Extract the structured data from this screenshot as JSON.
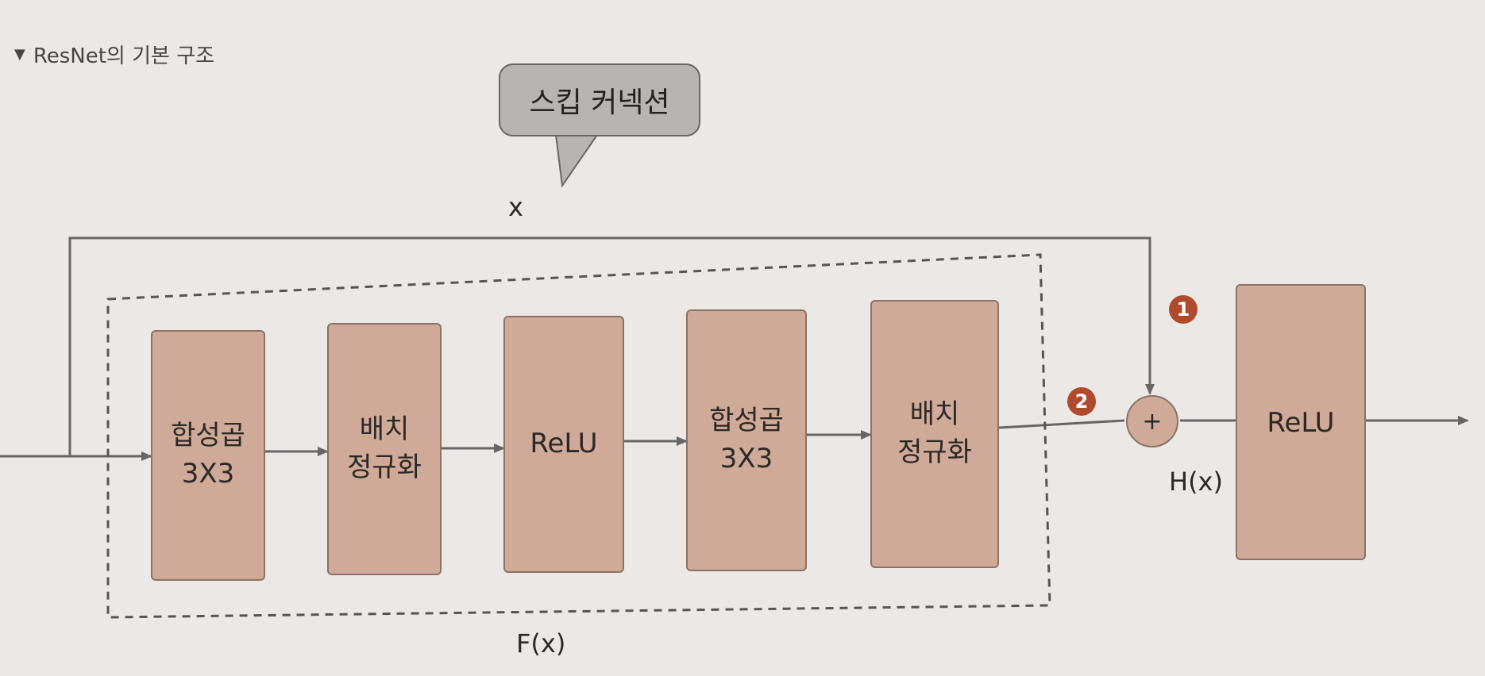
{
  "caption": {
    "marker": "▼",
    "text": "ResNet의 기본 구조"
  },
  "callout": {
    "text": "스킵 커넥션"
  },
  "labels": {
    "x": "x",
    "fx": "F(x)",
    "hx": "H(x)",
    "plus": "+"
  },
  "markers": {
    "one": "1",
    "two": "2"
  },
  "blocks": [
    {
      "text": "합성곱\n3X3"
    },
    {
      "text": "배치\n정규화"
    },
    {
      "text": "ReLU"
    },
    {
      "text": "합성곱\n3X3"
    },
    {
      "text": "배치\n정규화"
    },
    {
      "text": "ReLU"
    }
  ],
  "colors": {
    "block": "#cfaa98",
    "marker": "#b04a2e",
    "callout": "#b7b4b1",
    "line": "#555"
  }
}
